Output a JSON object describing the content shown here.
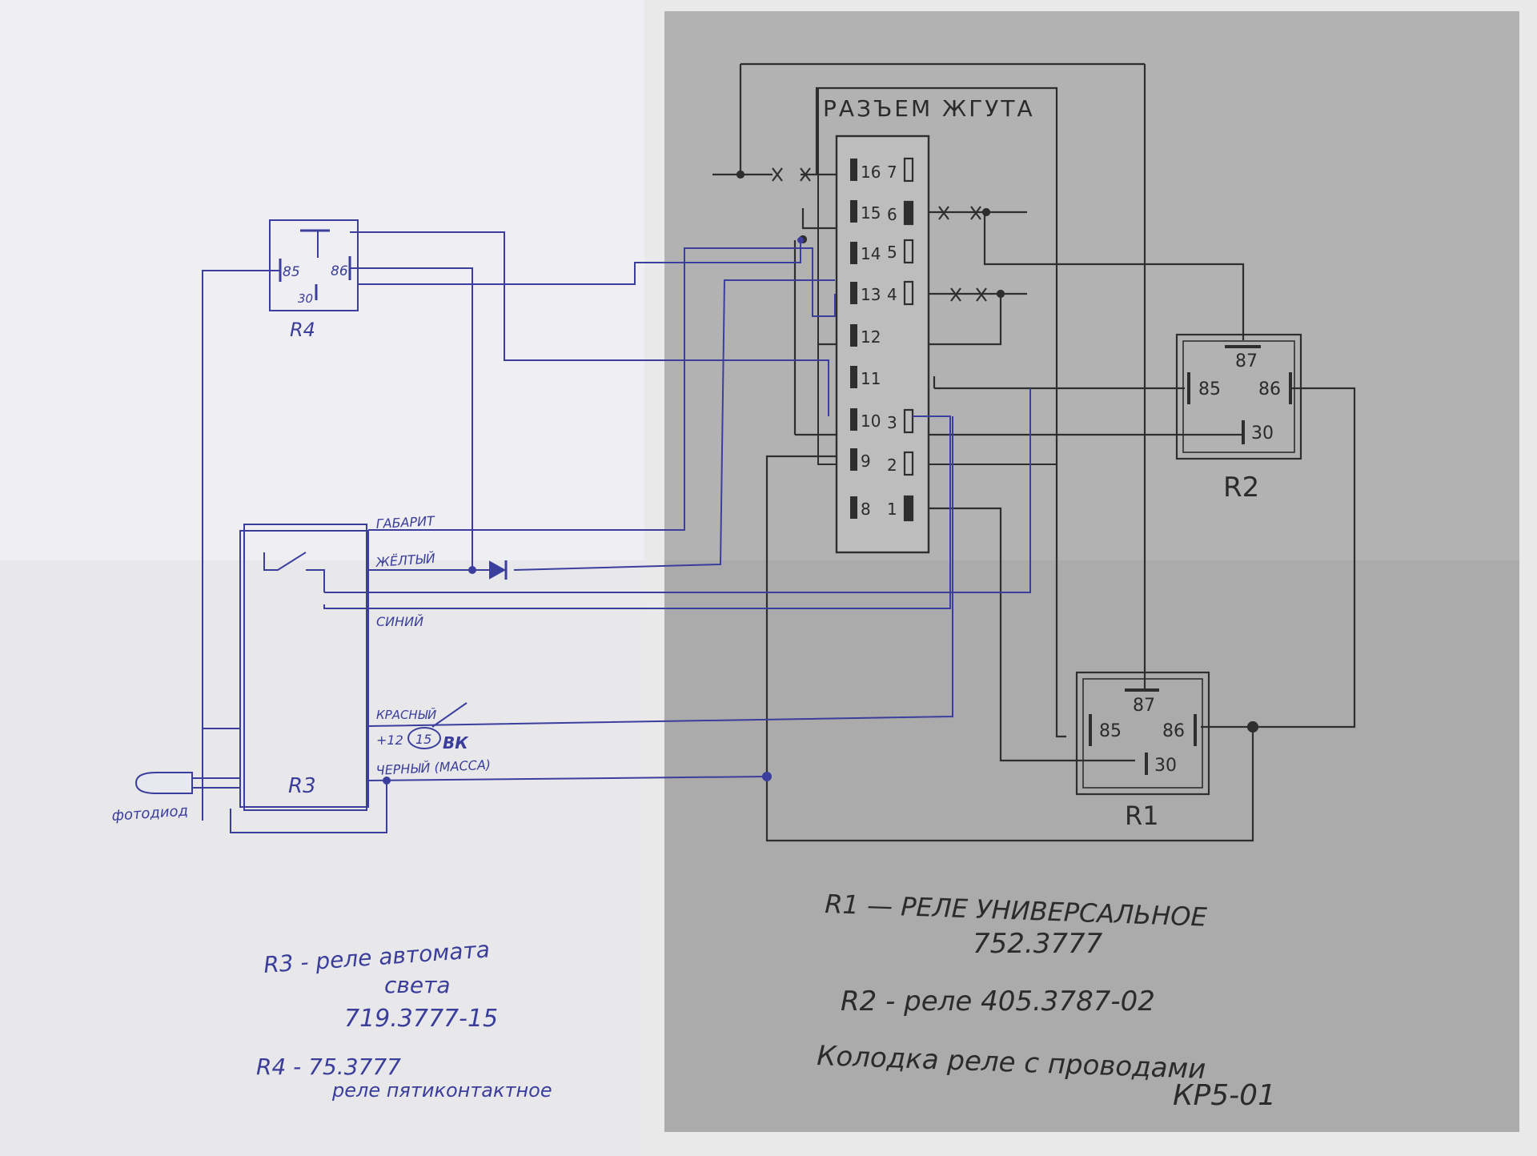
{
  "harness_connector": {
    "title": "РАЗЪЕМ ЖГУТА",
    "pins_left": [
      "16",
      "15",
      "14",
      "13",
      "12",
      "11",
      "10",
      "9",
      "8"
    ],
    "pins_right": [
      "7",
      "6",
      "5",
      "4",
      "3",
      "2",
      "1"
    ]
  },
  "relays": {
    "r1": {
      "name": "R1",
      "t87": "87",
      "t85": "85",
      "t86": "86",
      "t30": "30"
    },
    "r2": {
      "name": "R2",
      "t87": "87",
      "t85": "85",
      "t86": "86",
      "t30": "30"
    },
    "r3": {
      "name": "R3"
    },
    "r4": {
      "name": "R4",
      "t85": "85",
      "t86": "86",
      "t30": "30"
    }
  },
  "wire_labels": {
    "gabarit": "ГАБАРИТ",
    "yellow": "ЖЁЛТЫЙ",
    "blue": "СИНИЙ",
    "red": "КРАСНЫЙ",
    "plus12": "+12",
    "term15": "15",
    "vk": "ВК",
    "black": "ЧЕРНЫЙ (МАССА)",
    "photodiode": "фотодиод"
  },
  "legend_left": {
    "r3_line1": "R3 - реле автомата",
    "r3_line2": "света",
    "r3_part": "719.3777-15",
    "r4_line1": "R4 -  75.3777",
    "r4_line2": "реле пятиконтактное"
  },
  "legend_right": {
    "r1_line1": "R1 — РЕЛЕ УНИВЕРСАЛЬНОЕ",
    "r1_part": "752.3777",
    "r2_line": "R2 - реле   405.3787-02",
    "block_line1": "Колодка реле с проводами",
    "block_part": "КР5-01"
  }
}
